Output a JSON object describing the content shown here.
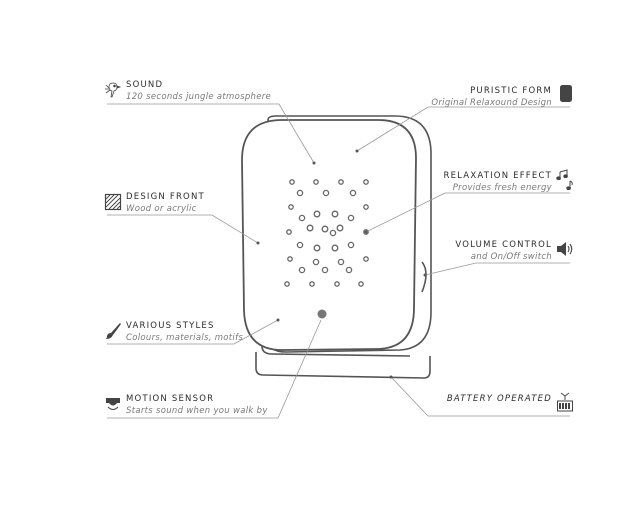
{
  "features": [
    {
      "id": "sound",
      "title": "SOUND",
      "subtitle": "120 seconds jungle atmosphere",
      "icon": "parrot-icon"
    },
    {
      "id": "design-front",
      "title": "DESIGN FRONT",
      "subtitle": "Wood or acrylic",
      "icon": "hatched-square-icon"
    },
    {
      "id": "various-styles",
      "title": "VARIOUS STYLES",
      "subtitle": "Colours, materials, motifs",
      "icon": "paintbrush-icon"
    },
    {
      "id": "motion-sensor",
      "title": "MOTION SENSOR",
      "subtitle": "Starts sound when you walk by",
      "icon": "motion-sensor-icon"
    },
    {
      "id": "puristic-form",
      "title": "PURISTIC FORM",
      "subtitle": "Original Relaxound Design",
      "icon": "device-silhouette-icon"
    },
    {
      "id": "relaxation-effect",
      "title": "RELAXATION EFFECT",
      "subtitle": "Provides fresh energy",
      "icon": "music-notes-icon"
    },
    {
      "id": "volume-control",
      "title": "VOLUME CONTROL",
      "subtitle": "and On/Off switch",
      "icon": "speaker-icon"
    },
    {
      "id": "battery-operated",
      "title": "BATTERY OPERATED",
      "subtitle": "",
      "icon": "battery-icon"
    }
  ]
}
